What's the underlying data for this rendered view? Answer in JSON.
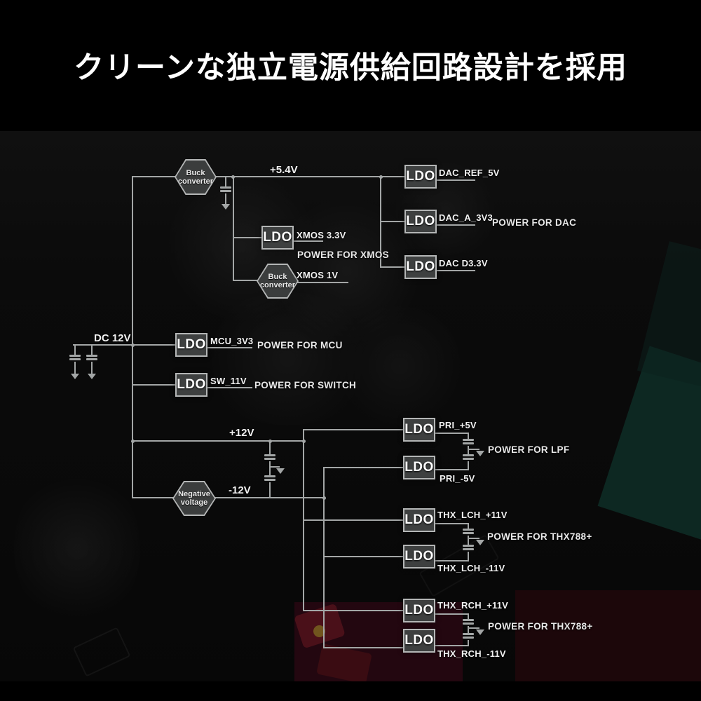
{
  "header": {
    "title": "クリーンな独立電源供給回路設計を採用"
  },
  "diagram": {
    "ldo_label": "LDO",
    "hex": {
      "buck_line1": "Buck",
      "buck_line2": "converter",
      "neg_line1": "Negative",
      "neg_line2": "voltage"
    },
    "input_label": "DC 12V",
    "rails": {
      "p5v4": "+5.4V",
      "p12v": "+12V",
      "n12v": "-12V"
    },
    "outputs": {
      "dac_ref": "DAC_REF_5V",
      "dac_a": "DAC_A_3V3",
      "dac_d": "DAC D3.3V",
      "xmos_3v3": "XMOS 3.3V",
      "xmos_1v": "XMOS 1V",
      "mcu": "MCU_3V3",
      "sw": "SW_11V",
      "pri_p5": "PRI_+5V",
      "pri_n5": "PRI_-5V",
      "thx_lch_p11": "THX_LCH_+11V",
      "thx_lch_n11": "THX_LCH_-11V",
      "thx_rch_p11": "THX_RCH_+11V",
      "thx_rch_n11": "THX_RCH_-11V"
    },
    "annotations": {
      "dac": "POWER FOR DAC",
      "xmos": "POWER FOR XMOS",
      "mcu": "POWER FOR MCU",
      "switch": "POWER FOR SWITCH",
      "lpf": "POWER FOR LPF",
      "thx_lch": "POWER FOR THX788+",
      "thx_rch": "POWER FOR THX788+"
    },
    "colors": {
      "wire": "#a3a6a6",
      "box_fill": "#3e4040",
      "box_border": "#b4b6b6",
      "text": "#f2f2f2",
      "background": "#000000",
      "pcb_teal": "#0e2a24",
      "pcb_red": "#4a1019"
    }
  }
}
